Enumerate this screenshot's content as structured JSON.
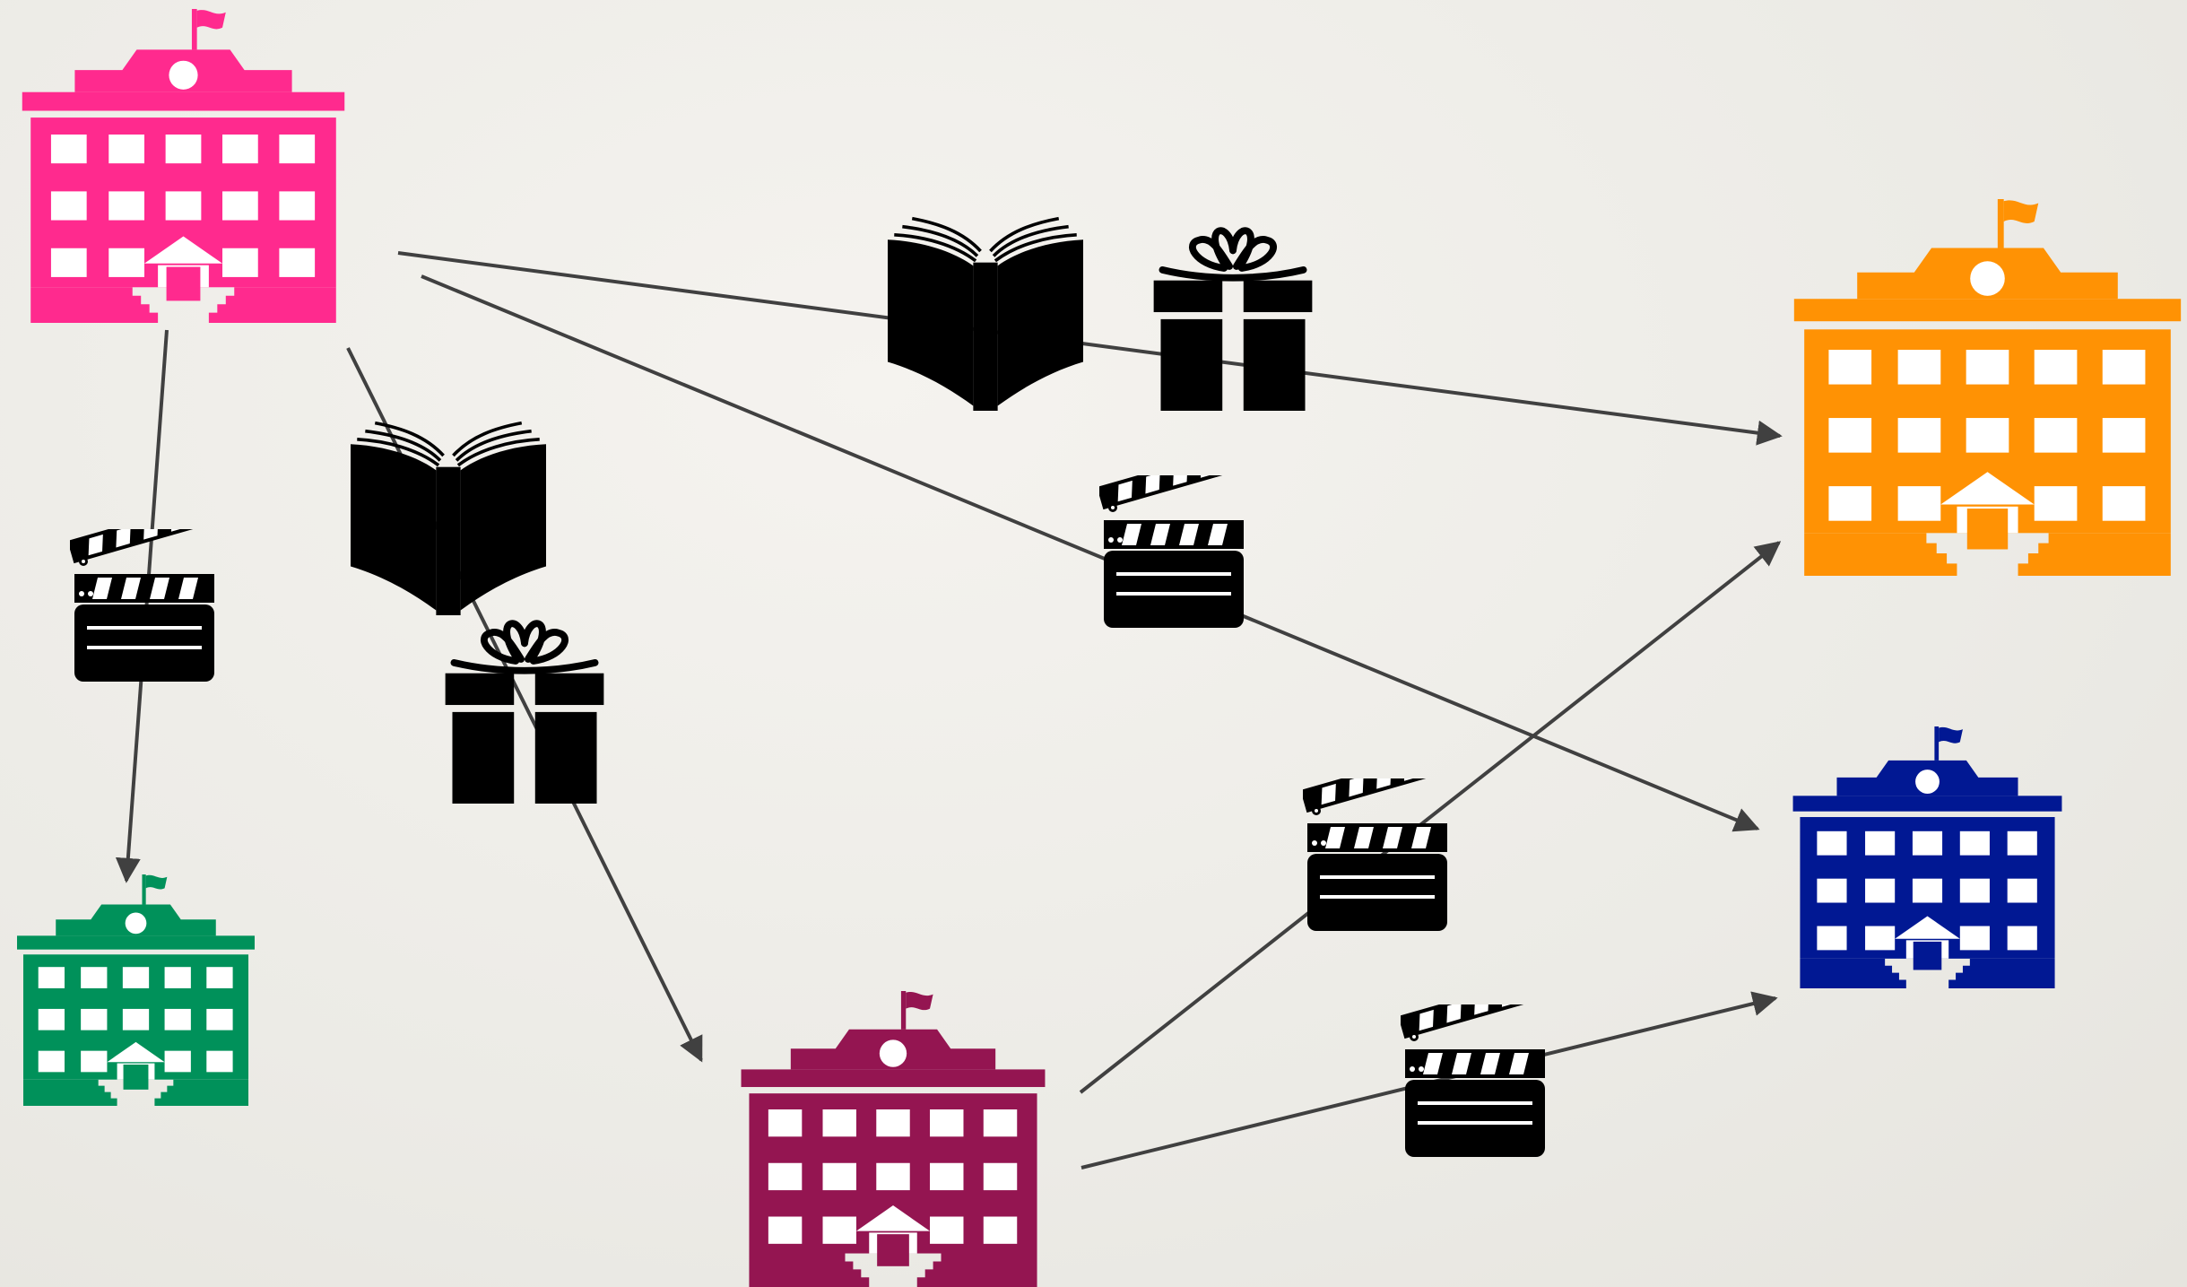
{
  "colors": {
    "background": "#eeebe6",
    "arrow": "#404040",
    "icon": "#000000"
  },
  "nodes": [
    {
      "id": "school-pink",
      "icon": "school-building-icon",
      "color": "#ff2a8e"
    },
    {
      "id": "school-orange",
      "icon": "school-building-icon",
      "color": "#ff9204"
    },
    {
      "id": "school-green",
      "icon": "school-building-icon",
      "color": "#00915a"
    },
    {
      "id": "school-maroon",
      "icon": "school-building-icon",
      "color": "#941551"
    },
    {
      "id": "school-blue",
      "icon": "school-building-icon",
      "color": "#011893"
    }
  ],
  "edges": [
    {
      "from": "school-pink",
      "to": "school-orange",
      "items": [
        "book-icon",
        "gift-icon"
      ]
    },
    {
      "from": "school-pink",
      "to": "school-blue",
      "items": [
        "clapperboard-icon"
      ]
    },
    {
      "from": "school-pink",
      "to": "school-green",
      "items": [
        "clapperboard-icon"
      ]
    },
    {
      "from": "school-pink",
      "to": "school-maroon",
      "items": [
        "book-icon",
        "gift-icon"
      ]
    },
    {
      "from": "school-maroon",
      "to": "school-orange",
      "items": [
        "clapperboard-icon"
      ]
    },
    {
      "from": "school-maroon",
      "to": "school-blue",
      "items": [
        "clapperboard-icon"
      ]
    }
  ]
}
